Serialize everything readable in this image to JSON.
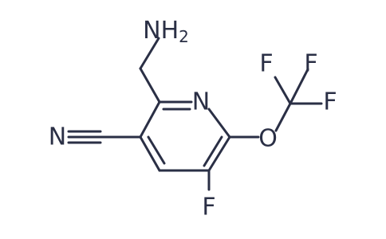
{
  "molecule": {
    "atoms": {
      "amine": {
        "symbol": "NH",
        "subscript": "2"
      },
      "ring_nitrogen": {
        "symbol": "N"
      },
      "nitrile_nitrogen": {
        "symbol": "N"
      },
      "ring_fluorine": {
        "symbol": "F"
      },
      "ether_oxygen": {
        "symbol": "O"
      },
      "cf3_fluorine_left": {
        "symbol": "F"
      },
      "cf3_fluorine_top": {
        "symbol": "F"
      },
      "cf3_fluorine_right": {
        "symbol": "F"
      }
    },
    "colors": {
      "bond": "#2a2f45",
      "label": "#2a2f45",
      "background": "#ffffff"
    }
  }
}
